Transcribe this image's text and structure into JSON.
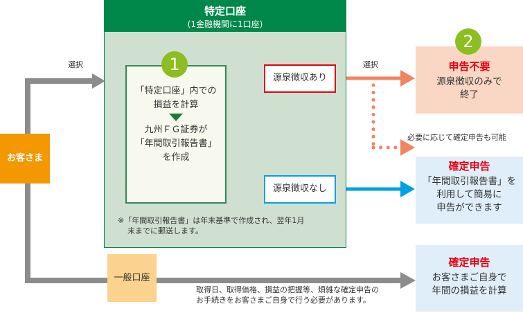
{
  "tokutei": {
    "title": "特定口座",
    "subtitle": "(1金融機関に1口座)",
    "step": "1",
    "calc_lines": [
      "「特定口座」内での",
      "損益を計算"
    ],
    "report_lines": [
      "九州ＦＧ証券が",
      "「年間取引報告書」",
      "を作成"
    ],
    "note_lines": [
      "※「年間取引報告書」は年末基準で作成され、翌年1月",
      "末までに郵送します。"
    ]
  },
  "with_tax": "源泉徴収あり",
  "without_tax": "源泉徴収なし",
  "select_label_1": "選択",
  "select_label_2": "選択",
  "customer": "お客さま",
  "general": "一般口座",
  "general_note_lines": [
    "取得日、取得価格、損益の把握等、煩雑な確定申告の",
    "お手続きをお客さまご自身で行う必要があります。"
  ],
  "optional_note": "必要に応じて確定申告も可能",
  "results": [
    {
      "step": "2",
      "title": "申告不要",
      "lines": [
        "源泉徴収のみで",
        "終了"
      ]
    },
    {
      "title": "確定申告",
      "lines": [
        "「年間取引報告書」を",
        "利用して簡易に",
        "申告ができます"
      ]
    },
    {
      "title": "確定申告",
      "lines": [
        "お客さまご自身で",
        "年間の損益を計算"
      ]
    }
  ],
  "colors": {
    "green": "#00874a",
    "orange": "#f39800",
    "red": "#e60012",
    "blue": "#00a0e9",
    "salmon": "#f08560"
  }
}
